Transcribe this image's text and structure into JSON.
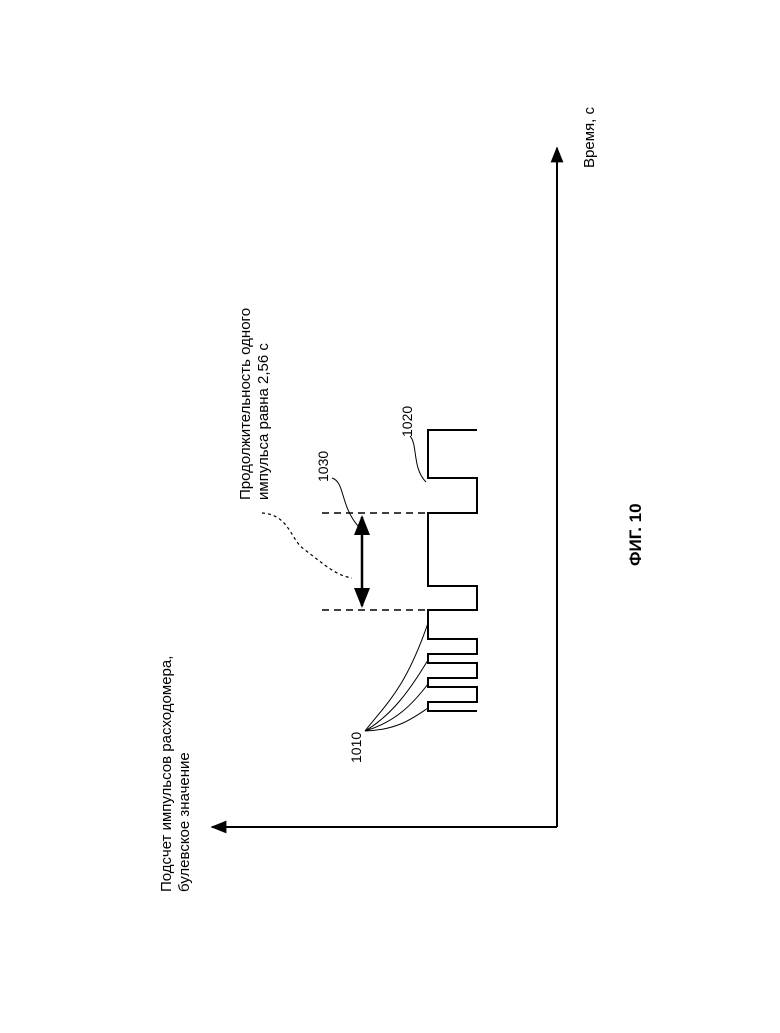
{
  "figure_label": "ФИГ. 10",
  "axes": {
    "y_label_lines": [
      "Подсчет импульсов расходомера,",
      "булевское значение"
    ],
    "x_label": "Время, с"
  },
  "annotation": {
    "lines": [
      "Продолжительность одного",
      "импульса равна 2,56 с"
    ]
  },
  "refs": {
    "short_pulses": "1010",
    "pulse_duration": "1030",
    "long_pulses": "1020"
  },
  "signal": {
    "short_pulse_count": 4,
    "long_pulse_count": 2,
    "long_pulse_duration_s": 2.56
  }
}
